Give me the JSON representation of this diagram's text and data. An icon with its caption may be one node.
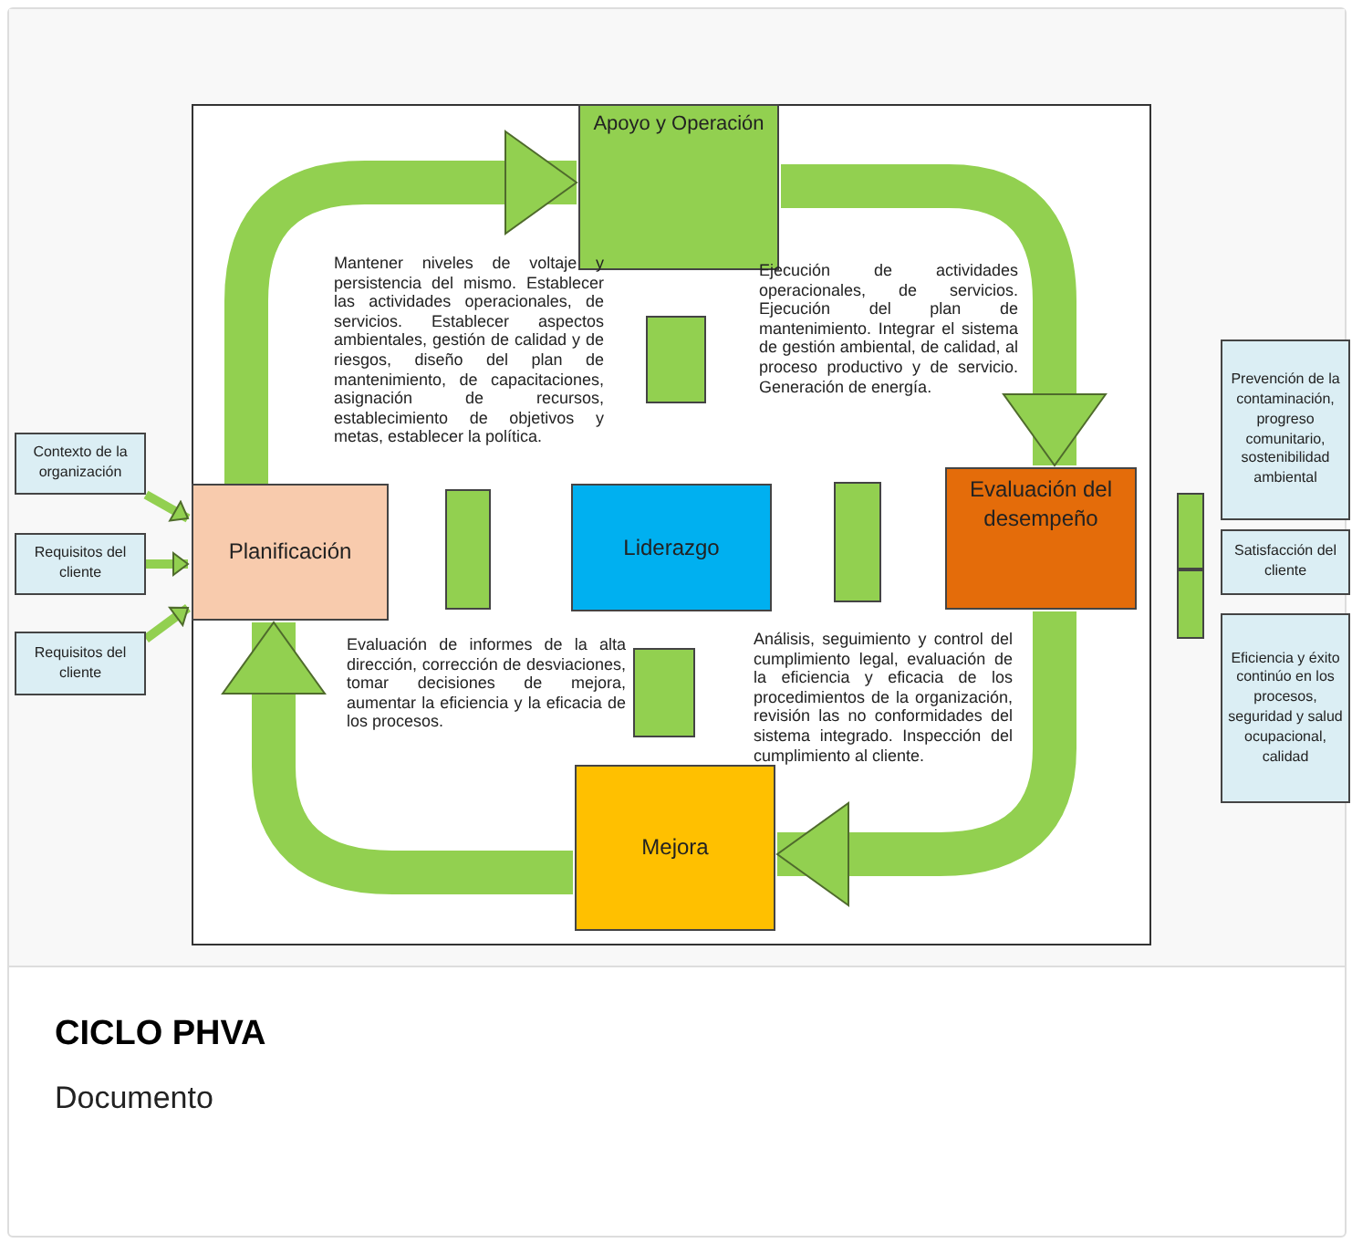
{
  "diagram": {
    "title": "CICLO PHVA",
    "caption": "Documento",
    "nodes": [
      {
        "text": [
          "Contexto de la organización"
        ]
      },
      {
        "text": [
          "Requisitos del cliente"
        ]
      },
      {
        "text": [
          "Requisitos del cliente"
        ]
      },
      {
        "text": [
          "Planificación"
        ]
      },
      {
        "text": [
          "Apoyo y Operación"
        ]
      },
      {
        "text": [
          "Liderazgo"
        ]
      },
      {
        "text": [
          "Evaluación del desempeño"
        ]
      },
      {
        "text": [
          "Mejora"
        ]
      },
      {
        "text": [
          "Prevención de la contaminación, progreso comunitario, sostenibilidad ambiental"
        ]
      },
      {
        "text": [
          "Satisfacción del cliente"
        ]
      },
      {
        "text": [
          "Eficiencia y éxito continúo en los procesos, seguridad y salud ocupacional, calidad"
        ]
      },
      {
        "text": [],
        "shape": "bar"
      },
      {
        "text": [],
        "shape": "bar"
      },
      {
        "text": [],
        "shape": "bar"
      },
      {
        "text": [],
        "shape": "bar"
      },
      {
        "text": [],
        "shape": "bar"
      },
      {
        "text": [],
        "shape": "bar"
      }
    ],
    "edges": [
      {
        "from": 0,
        "to": 3,
        "arrow": "to"
      },
      {
        "from": 1,
        "to": 3,
        "arrow": "to"
      },
      {
        "from": 2,
        "to": 3,
        "arrow": "to"
      },
      {
        "from": 3,
        "to": 4,
        "arrow": "to"
      },
      {
        "from": 4,
        "to": 6,
        "arrow": "to"
      },
      {
        "from": 6,
        "to": 7,
        "arrow": "to"
      },
      {
        "from": 7,
        "to": 3,
        "arrow": "to"
      }
    ],
    "labels": [
      "Mantener niveles de voltaje y persistencia del mismo. Establecer las actividades operacionales, de servicios. Establecer aspectos ambientales, gestión de calidad y de riesgos, diseño del plan de mantenimiento, de capacitaciones, asignación de recursos, establecimiento de objetivos y metas, establecer la política.",
      "Ejecución de actividades operacionales, de servicios. Ejecución del plan de mantenimiento. Integrar el sistema de gestión ambiental, de calidad, al proceso productivo y de servicio. Generación de energía.",
      "Evaluación de informes de la alta dirección, corrección de desviaciones, tomar decisiones de mejora, aumentar la eficiencia y la eficacia de los procesos.",
      "Análisis, seguimiento y control del cumplimiento legal, evaluación de la eficiencia y eficacia de los procedimientos de la organización, revisión las no conformidades del sistema integrado. Inspección del cumplimiento al cliente."
    ]
  }
}
